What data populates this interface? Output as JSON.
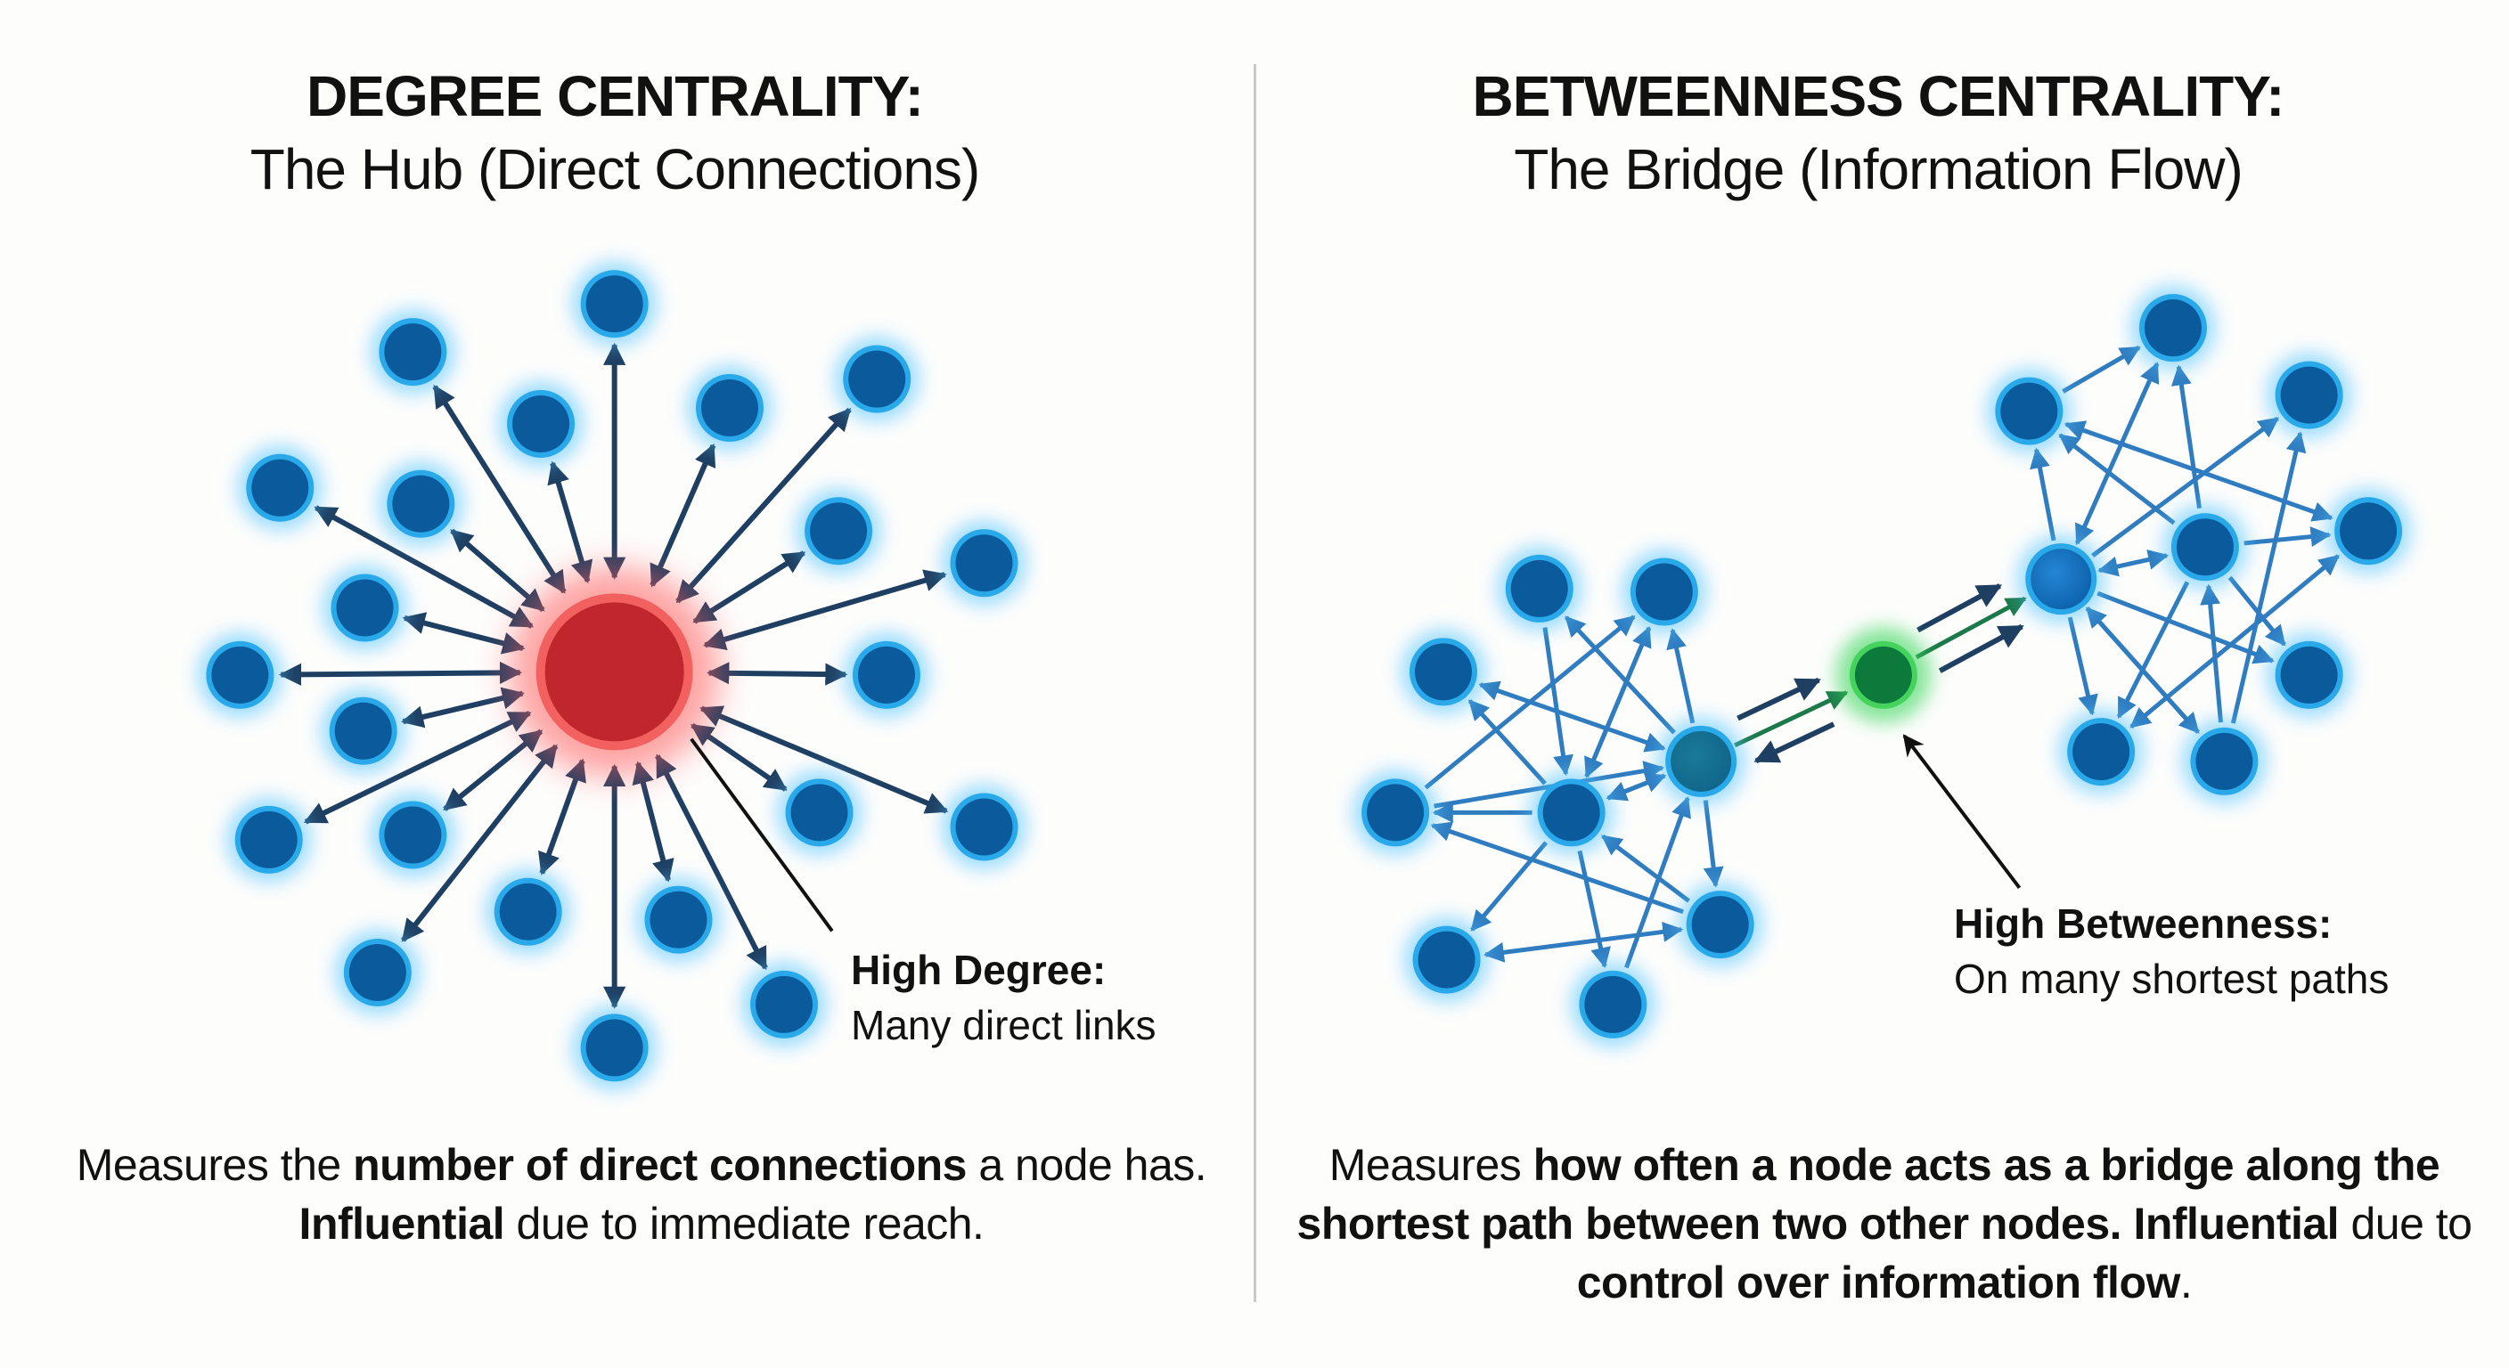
{
  "left_panel": {
    "title": "DEGREE CENTRALITY:",
    "subtitle": "The Hub (Direct Connections)",
    "callout_title": "High Degree:",
    "callout_text": "Many direct links",
    "description": [
      {
        "text": "Measures the ",
        "bold": false
      },
      {
        "text": "number of direct connections",
        "bold": true
      },
      {
        "text": " a node has. ",
        "bold": false
      },
      {
        "text": "Influential",
        "bold": true
      },
      {
        "text": " due to immediate reach.",
        "bold": false
      }
    ],
    "hub_node": {
      "role": "hub",
      "color": "#c0272d",
      "glow": "#ff5a5a"
    },
    "peripheral_node_count": 22
  },
  "right_panel": {
    "title": "BETWEENNESS CENTRALITY:",
    "subtitle": "The Bridge (Information Flow)",
    "callout_title": "High Betweenness:",
    "callout_text": "On many shortest paths",
    "description": [
      {
        "text": "Measures ",
        "bold": false
      },
      {
        "text": "how often a node acts as a bridge along the shortest path between two other nodes.",
        "bold": true
      },
      {
        "text": " ",
        "bold": false
      },
      {
        "text": "Influential",
        "bold": true
      },
      {
        "text": " due to ",
        "bold": false
      },
      {
        "text": "control over information flow",
        "bold": true
      },
      {
        "text": ".",
        "bold": false
      }
    ],
    "bridge_node": {
      "role": "bridge",
      "color": "#0b7a3a",
      "glow": "#39d65a"
    },
    "left_cluster_node_count": 9,
    "right_cluster_node_count": 10
  },
  "colors": {
    "node_fill": "#0b5a9c",
    "node_ring": "#29a8ea",
    "node_glow": "#4fc3ff",
    "hub_arrow": "#1e3f62",
    "cluster_arrow": "#2f7cc0",
    "bridge_arrow": "#1e3f62",
    "bridge_green_arrow": "#1c7a4a",
    "divider": "#c9c9cc",
    "text": "#111111"
  }
}
